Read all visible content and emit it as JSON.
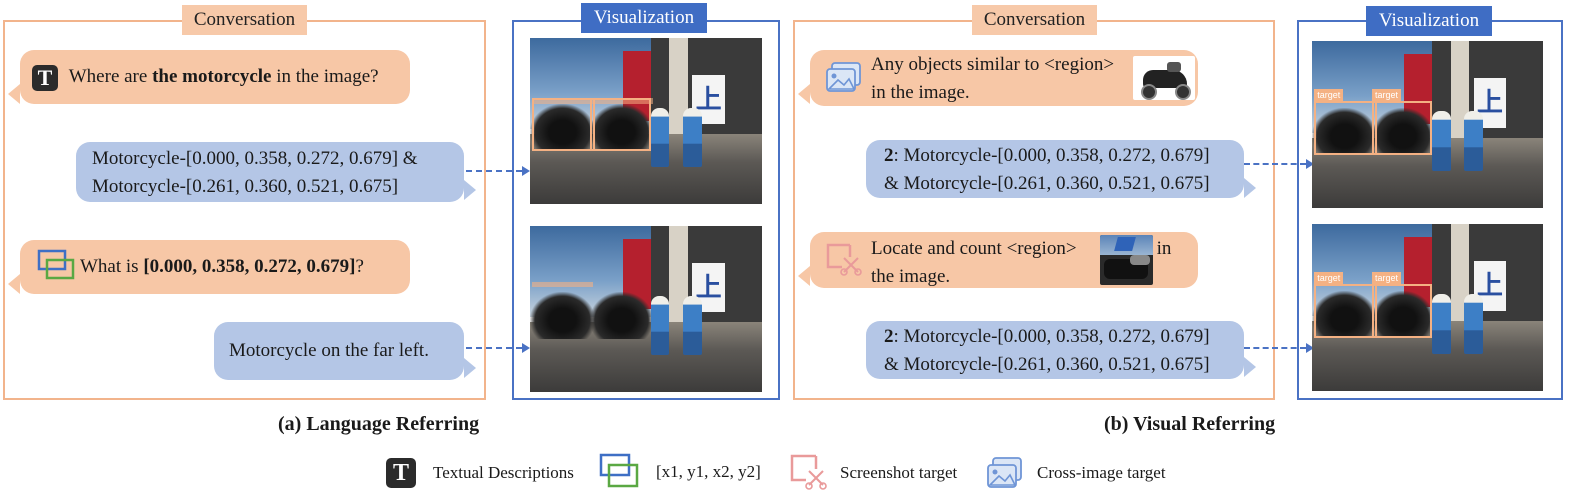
{
  "left": {
    "conversation_title": "Conversation",
    "visualization_title": "Visualization",
    "q1": {
      "pre": "Where are ",
      "bold": "the motorcycle",
      "post": " in the image?"
    },
    "a1": {
      "line1": "Motorcycle-[0.000, 0.358, 0.272, 0.679] &",
      "line2": "Motorcycle-[0.261, 0.360, 0.521, 0.675]"
    },
    "q2": {
      "pre": "What is ",
      "bold": "[0.000, 0.358, 0.272, 0.679]",
      "post": "?"
    },
    "a2": "Motorcycle on the far left.",
    "caption_label": "(a)",
    "caption_text": "Language Referring"
  },
  "right": {
    "conversation_title": "Conversation",
    "visualization_title": "Visualization",
    "q1": {
      "line1": "Any objects similar to <region>",
      "line2": "in the image."
    },
    "a1": {
      "count": "2",
      "line1": ": Motorcycle-[0.000, 0.358, 0.272, 0.679]",
      "line2": "& Motorcycle-[0.261, 0.360, 0.521, 0.675]"
    },
    "q2": {
      "line1": "Locate and count <region>",
      "line1_after": "in",
      "line2": "the image."
    },
    "a2": {
      "count": "2",
      "line1": ": Motorcycle-[0.000, 0.358, 0.272, 0.679]",
      "line2": "& Motorcycle-[0.261, 0.360, 0.521, 0.675]"
    },
    "box_tag": "target",
    "caption_label": "(b)",
    "caption_text": "Visual Referring"
  },
  "photo_sign_char": "上",
  "legend": {
    "textual_icon_letter": "T",
    "textual": "Textual Descriptions",
    "coords": "[x1, y1, x2, y2]",
    "screenshot": "Screenshot target",
    "cross": "Cross-image target"
  },
  "colors": {
    "conversation_border": "#f2b48c",
    "visualization_border": "#4a72c4",
    "user_bubble": "#f7c7a6",
    "assistant_bubble": "#b4c6e6"
  },
  "icons": [
    "text-icon",
    "bbox-icon",
    "screenshot-icon",
    "cross-image-icon"
  ]
}
